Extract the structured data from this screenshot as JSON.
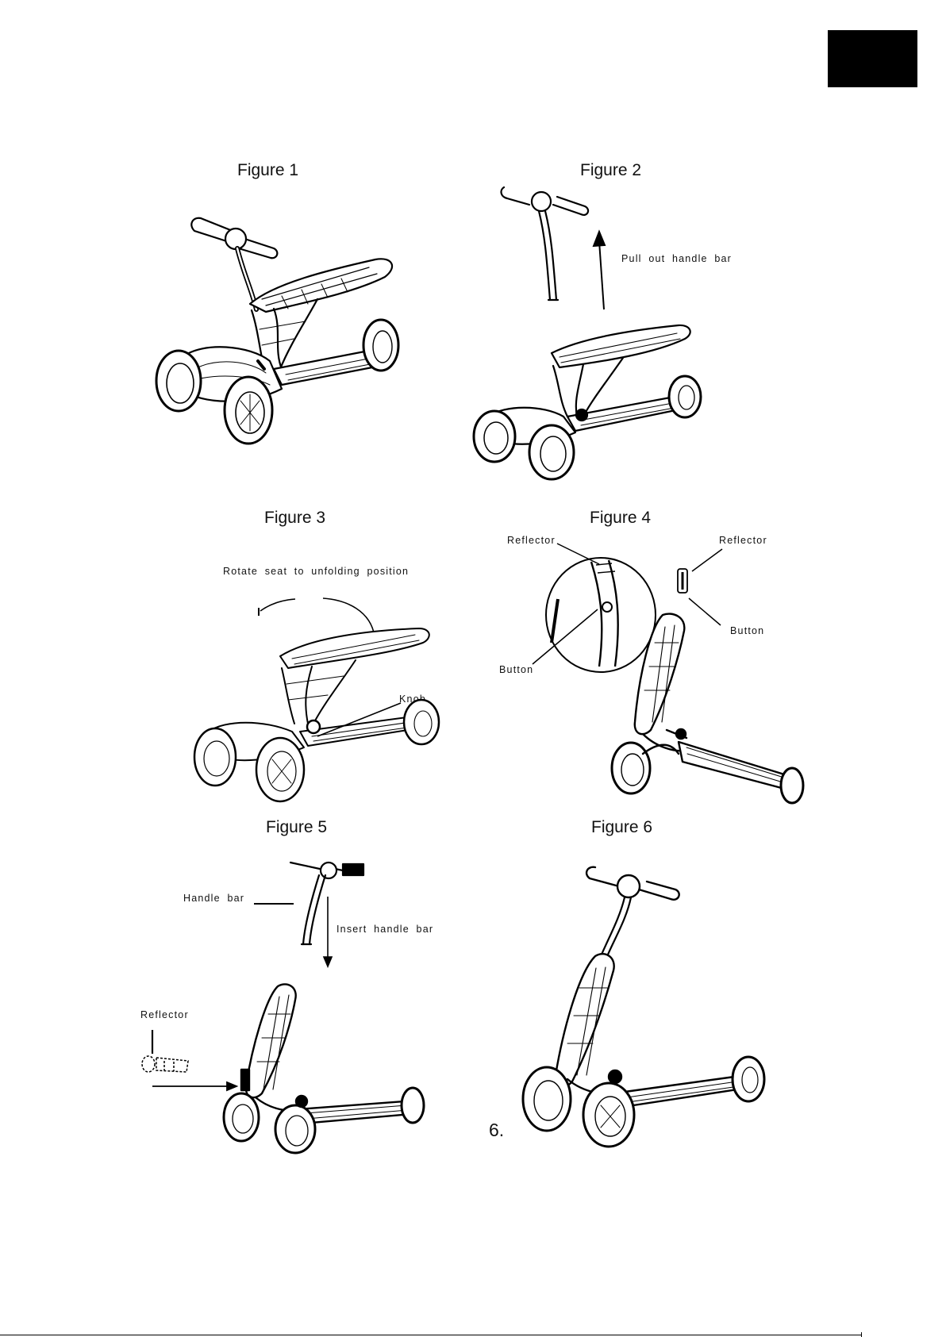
{
  "page_tab_color": "#000000",
  "figures": [
    {
      "title": "Figure 1"
    },
    {
      "title": "Figure 2",
      "labels": {
        "pull_out": "Pull out handle bar"
      }
    },
    {
      "title": "Figure 3",
      "labels": {
        "rotate": "Rotate seat to unfolding position",
        "knob": "Knob"
      }
    },
    {
      "title": "Figure 4",
      "labels": {
        "reflector_left": "Reflector",
        "reflector_right": "Reflector",
        "button_left": "Button",
        "button_right": "Button"
      }
    },
    {
      "title": "Figure 5",
      "labels": {
        "handle_bar": "Handle bar",
        "insert": "Insert handle bar",
        "reflector": "Reflector"
      }
    },
    {
      "title": "Figure 6"
    }
  ],
  "step_number": "6."
}
